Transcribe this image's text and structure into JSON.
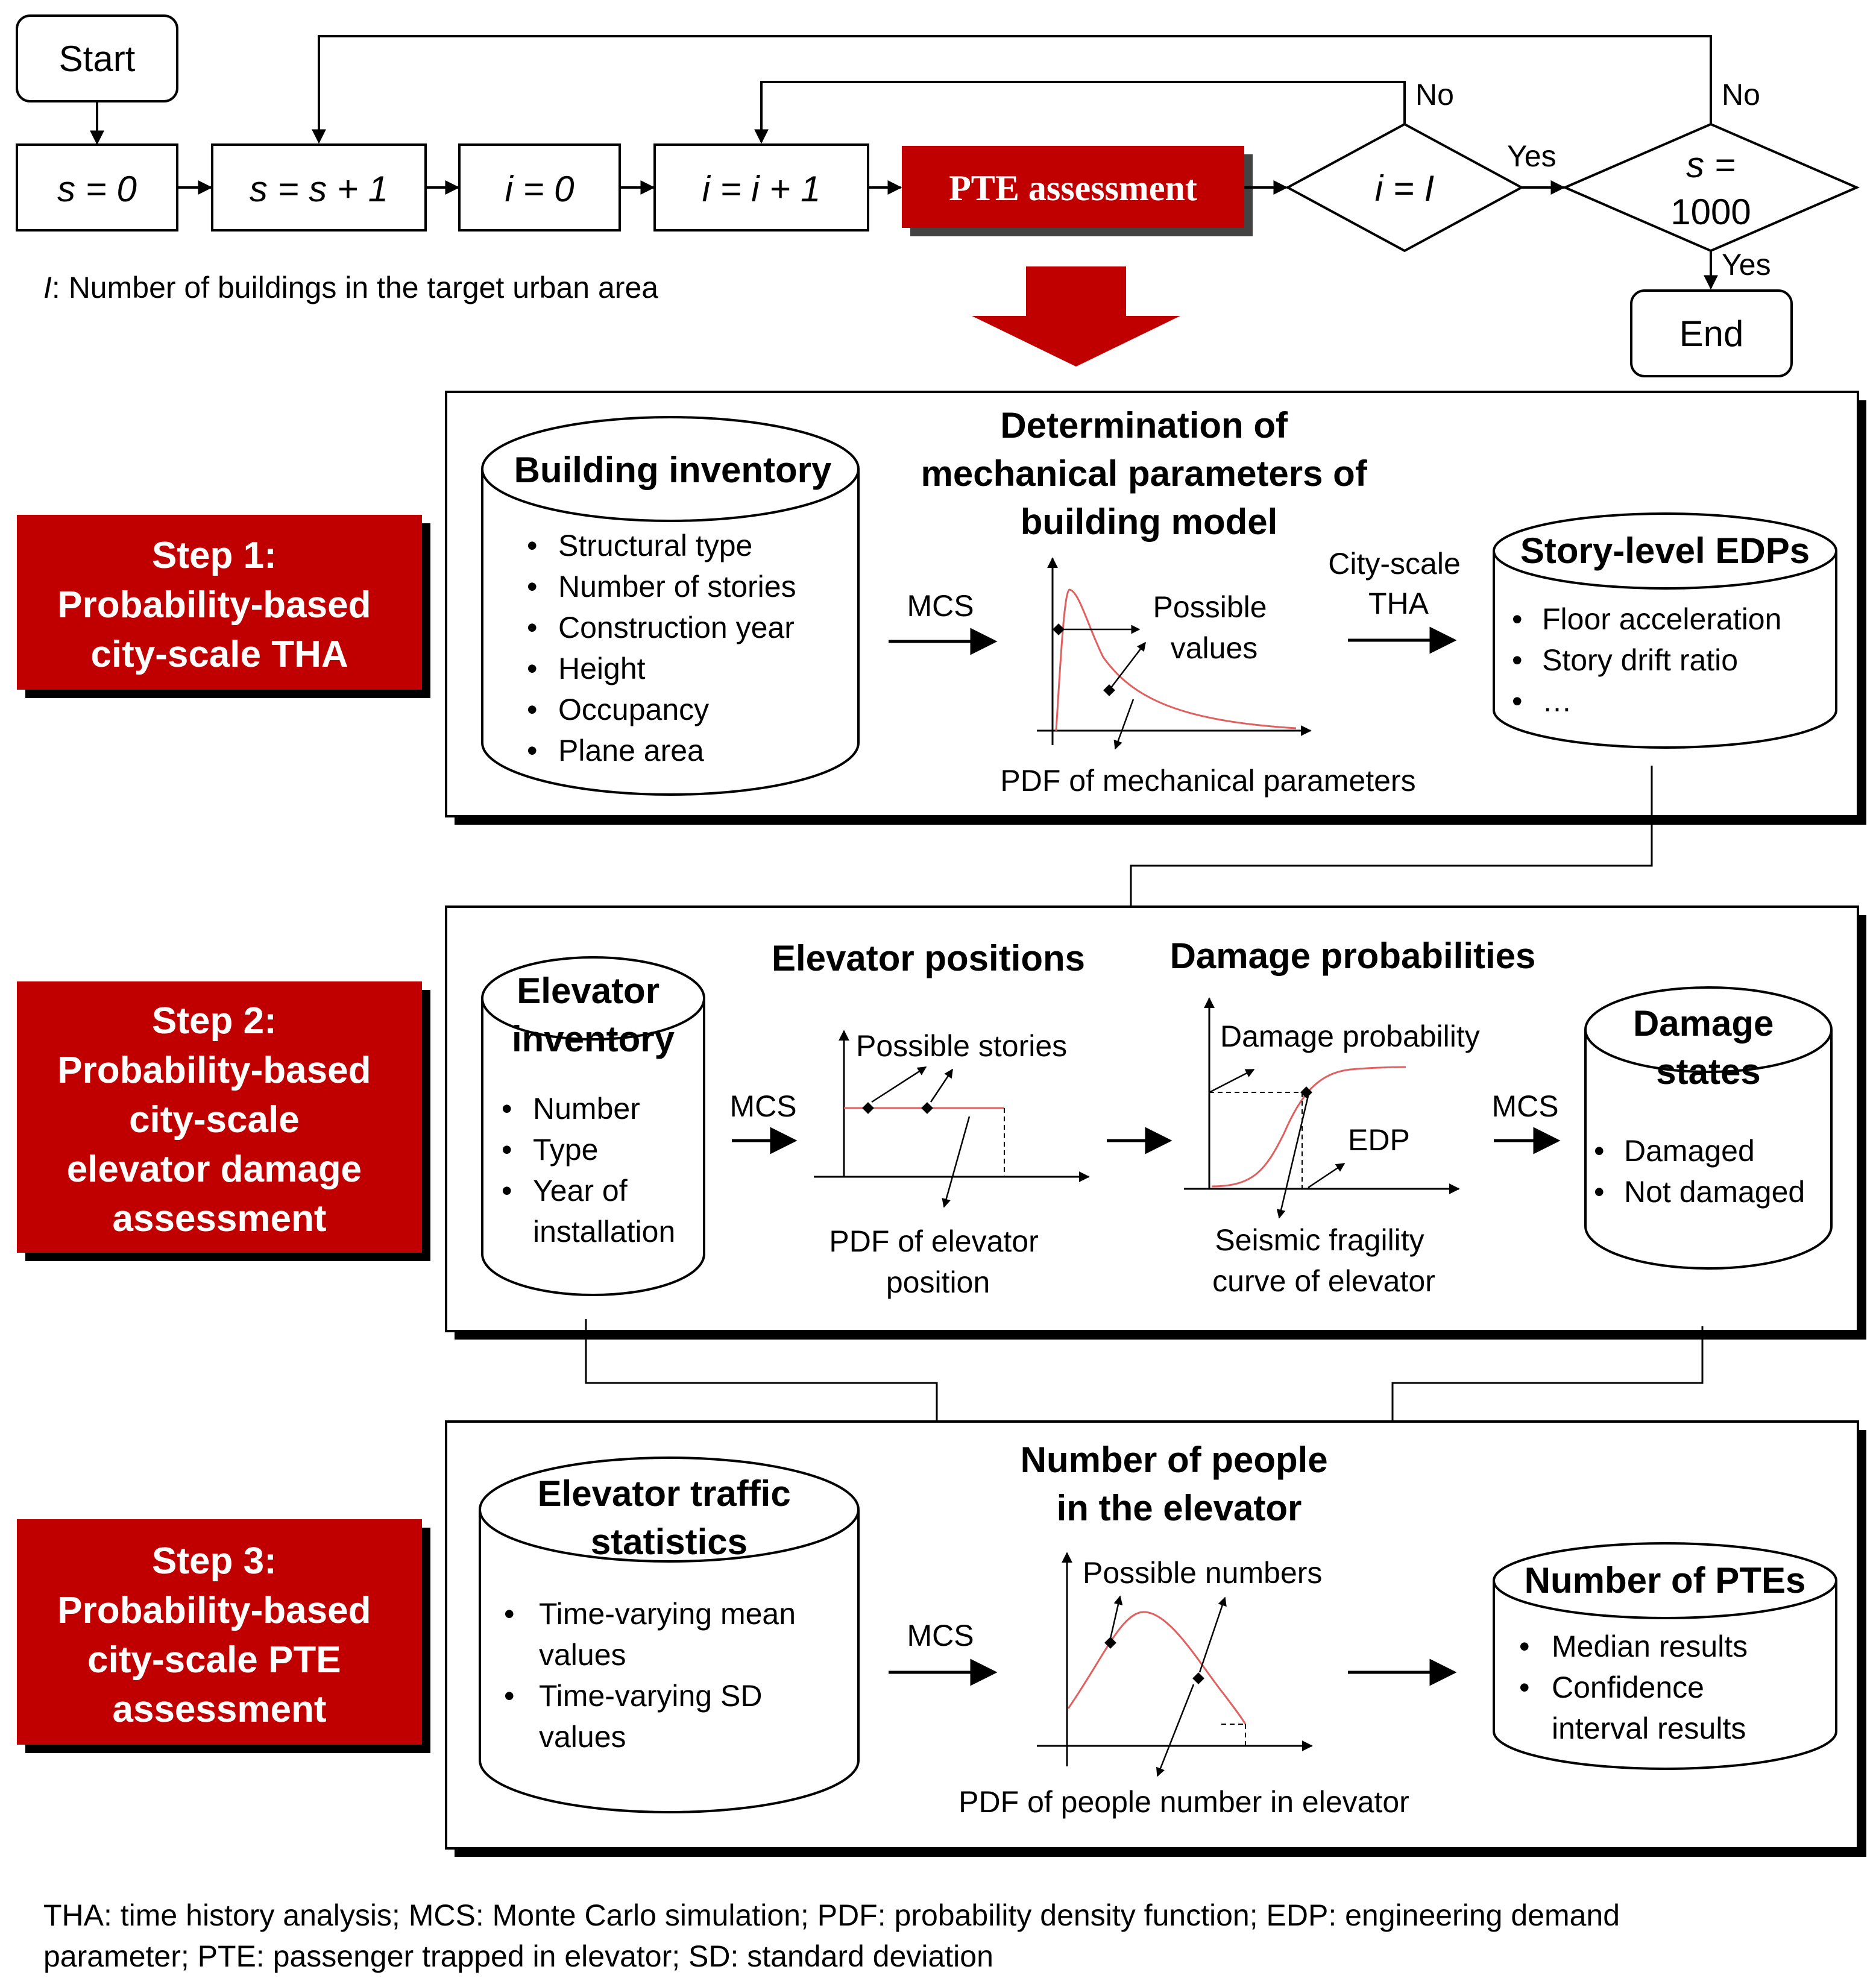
{
  "colors": {
    "step_red": "#c00000",
    "curve_red": "#e06060",
    "line": "#000000"
  },
  "flowchart": {
    "start": "Start",
    "s_init": "s = 0",
    "s_inc": "s = s + 1",
    "i_init": "i = 0",
    "i_inc": "i = i + 1",
    "pte": "PTE assessment",
    "cond_i": "i = I",
    "cond_s_line1": "s =",
    "cond_s_line2": "1000",
    "end": "End",
    "no_label_1": "No",
    "no_label_2": "No",
    "yes_label_1": "Yes",
    "yes_label_2": "Yes",
    "i_def_var": "I",
    "i_def_text": ": Number of buildings in the target urban area"
  },
  "step1": {
    "label": [
      "Step 1:",
      "Probability-based",
      "city-scale THA"
    ],
    "inventory_title": "Building inventory",
    "inventory_items": [
      "Structural type",
      "Number of stories",
      "Construction year",
      "Height",
      "Occupancy",
      "Plane area"
    ],
    "mcs": "MCS",
    "det_title": [
      "Determination of",
      "mechanical parameters of",
      "building model"
    ],
    "possible_values": [
      "Possible",
      "values"
    ],
    "pdf_label": "PDF of mechanical parameters",
    "thalabel": [
      "City-scale",
      "THA"
    ],
    "edp_title": "Story-level EDPs",
    "edp_items": [
      "Floor acceleration",
      "Story drift ratio",
      "…"
    ]
  },
  "step2": {
    "label": [
      "Step 2:",
      "Probability-based",
      "city-scale",
      "elevator damage",
      "assessment"
    ],
    "inventory_title": [
      "Elevator",
      "inventory"
    ],
    "inventory_items": [
      "Number",
      "Type",
      "Year of",
      "installation"
    ],
    "mcs": "MCS",
    "positions_title": "Elevator positions",
    "possible_stories": "Possible stories",
    "pdf_label": [
      "PDF of elevator",
      "position"
    ],
    "damage_title": "Damage probabilities",
    "damage_prob": "Damage probability",
    "edp": "EDP",
    "fragility": [
      "Seismic fragility",
      "curve of elevator"
    ],
    "mcs2": "MCS",
    "states_title": [
      "Damage",
      "states"
    ],
    "states_items": [
      "Damaged",
      "Not damaged"
    ]
  },
  "step3": {
    "label": [
      "Step 3:",
      "Probability-based",
      "city-scale PTE",
      "assessment"
    ],
    "traffic_title": [
      "Elevator traffic",
      "statistics"
    ],
    "traffic_items": [
      "Time-varying mean",
      "values",
      "Time-varying SD",
      "values"
    ],
    "mcs": "MCS",
    "people_title": [
      "Number of people",
      "in the elevator"
    ],
    "possible_numbers": "Possible numbers",
    "pdf_label": "PDF of people number in elevator",
    "ptes_title": "Number of PTEs",
    "ptes_items": [
      "Median results",
      "Confidence",
      "interval results"
    ]
  },
  "footnote": [
    "THA: time history analysis;  MCS: Monte Carlo simulation; PDF: probability density function; EDP: engineering demand",
    "parameter; PTE: passenger trapped in elevator; SD: standard deviation"
  ]
}
